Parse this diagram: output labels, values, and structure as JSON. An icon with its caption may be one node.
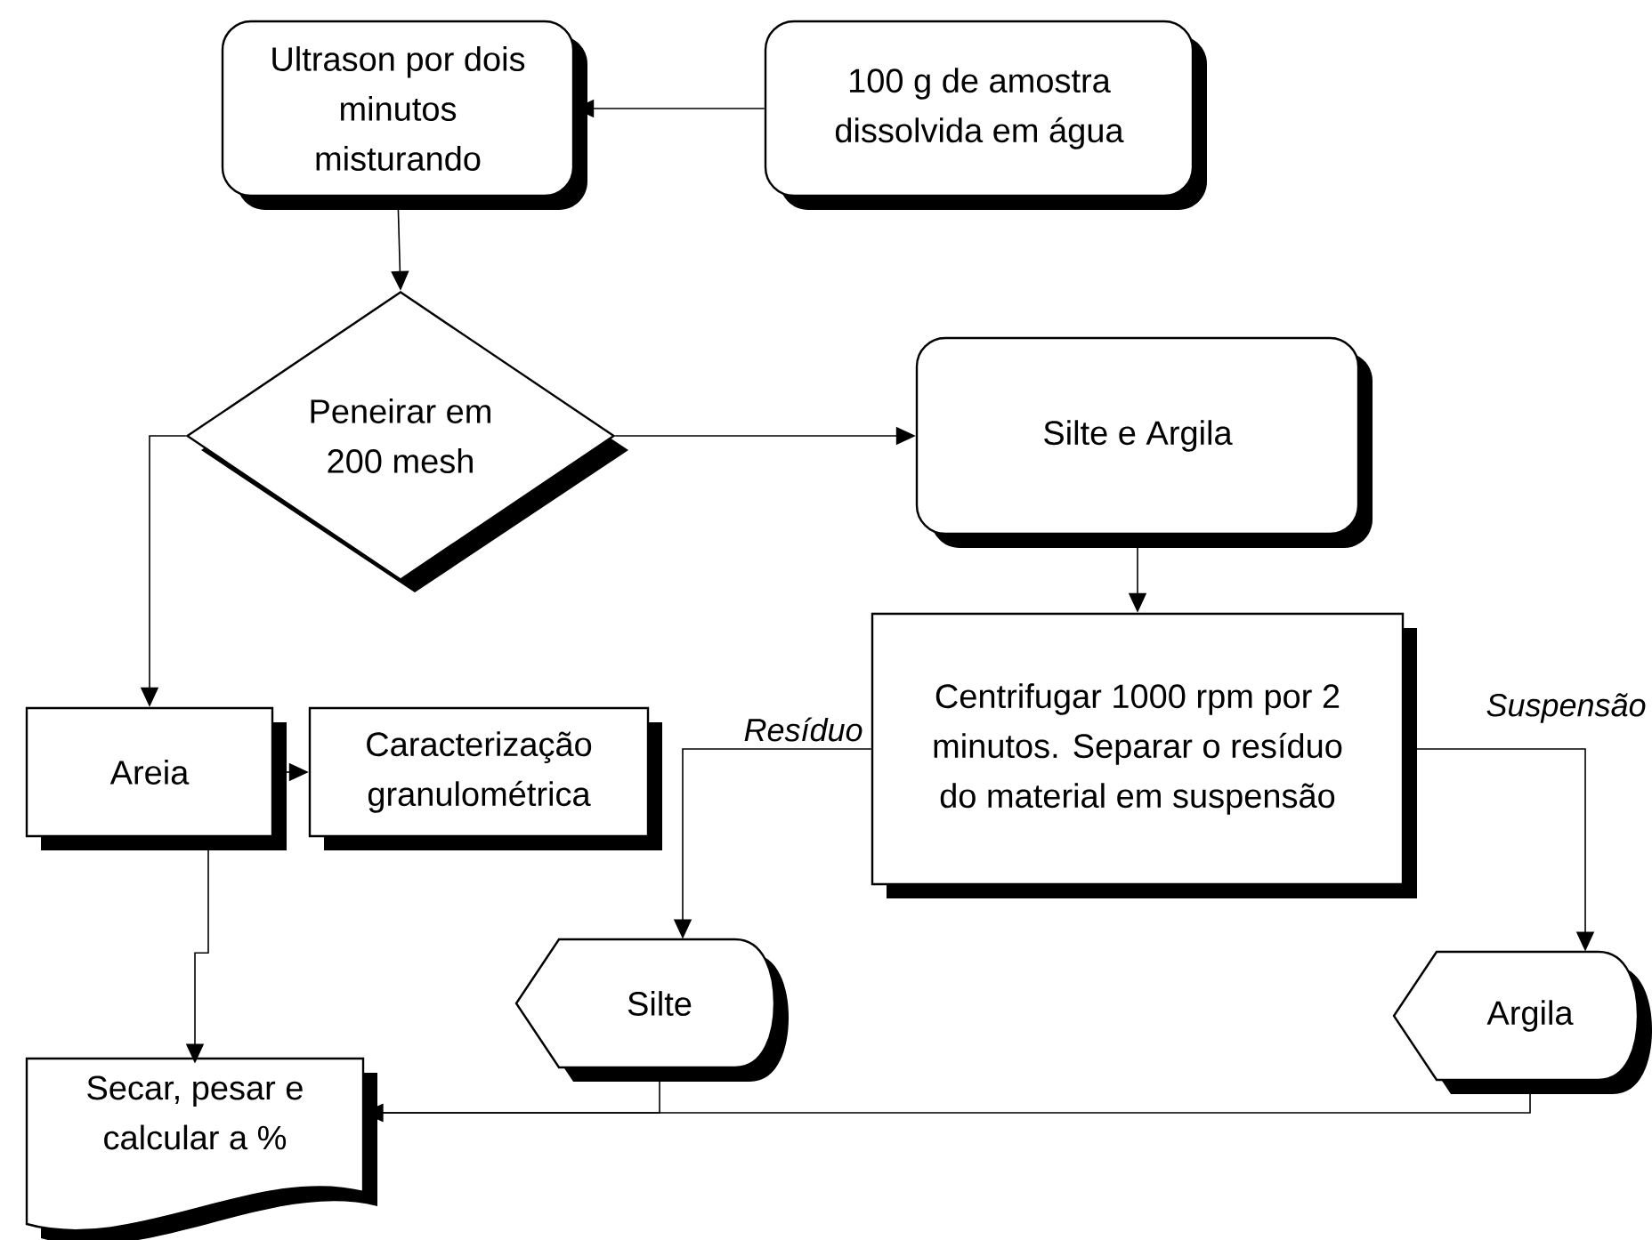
{
  "diagram": {
    "nodes": [
      {
        "text": [
          "Ultrason por dois minutos misturando"
        ]
      },
      {
        "text": [
          "100 g de amostra dissolvida em água"
        ]
      },
      {
        "text": [
          "Peneirar em 200 mesh"
        ]
      },
      {
        "text": [
          "Silte e Argila"
        ]
      },
      {
        "text": [
          "Centrifugar 1000 rpm por 2 minutos. Separar o resíduo do material em suspensão"
        ]
      },
      {
        "text": [
          "Areia"
        ]
      },
      {
        "text": [
          "Caracterização granulométrica"
        ]
      },
      {
        "text": [
          "Silte"
        ]
      },
      {
        "text": [
          "Argila"
        ]
      },
      {
        "text": [
          "Secar, pesar e calcular a %"
        ]
      }
    ],
    "edges": [
      {
        "from": 1,
        "to": 0,
        "arrow": "to"
      },
      {
        "from": 0,
        "to": 2,
        "arrow": "to"
      },
      {
        "from": 2,
        "to": 3,
        "arrow": "to"
      },
      {
        "from": 2,
        "to": 5,
        "arrow": "to"
      },
      {
        "from": 3,
        "to": 4,
        "arrow": "to"
      },
      {
        "from": 5,
        "to": 6,
        "arrow": "to"
      },
      {
        "from": 4,
        "to": 7,
        "arrow": "to",
        "label": "Resíduo"
      },
      {
        "from": 4,
        "to": 8,
        "arrow": "to",
        "label": "Suspensão"
      },
      {
        "from": 5,
        "to": 9,
        "arrow": "to"
      },
      {
        "from": 7,
        "to": 9,
        "arrow": "to"
      },
      {
        "from": 8,
        "to": 9,
        "arrow": "to"
      }
    ]
  }
}
